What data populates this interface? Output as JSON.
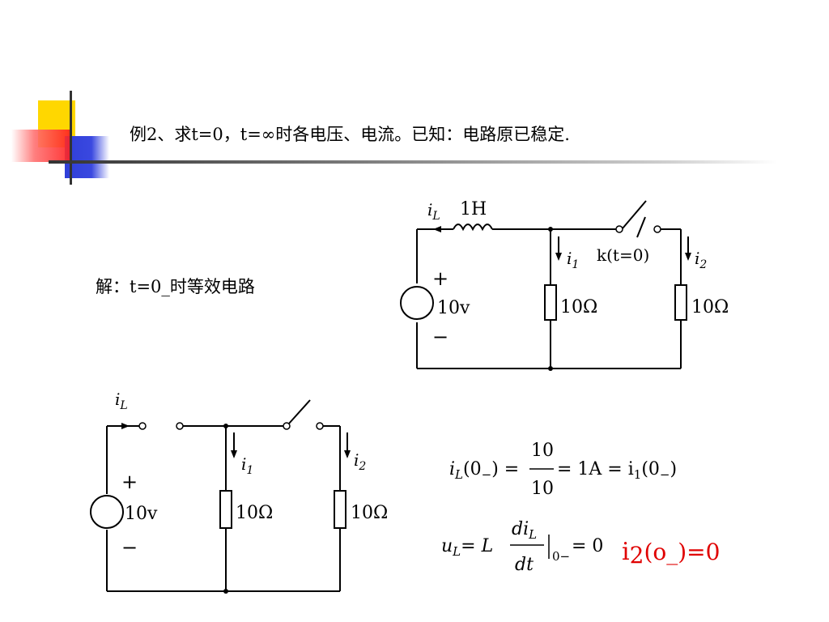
{
  "slide": {
    "title": "例2、求t=0，t=∞时各电压、电流。已知：电路原已稳定.",
    "solution_label": "解：t=0_时等效电路"
  },
  "colors": {
    "deco_yellow": "#ffd700",
    "deco_red": "#ff4040",
    "deco_blue": "#2f3fd8",
    "deco_line": "#555555",
    "result_red": "#e00000"
  },
  "circuit1": {
    "iL": "i",
    "iL_sub": "L",
    "inductor": "1H",
    "i1": "i",
    "i1_sub": "1",
    "switch": "k(t=0)",
    "i2": "i",
    "i2_sub": "2",
    "plus": "+",
    "source": "10v",
    "minus": "−",
    "r1": "10Ω",
    "r2": "10Ω"
  },
  "circuit2": {
    "iL": "i",
    "iL_sub": "L",
    "i1": "i",
    "i1_sub": "1",
    "i2": "i",
    "i2_sub": "2",
    "plus": "+",
    "source": "10v",
    "minus": "−",
    "r1": "10Ω",
    "r2": "10Ω"
  },
  "equations": {
    "eq1_lhs": "i",
    "eq1_lhs_sub": "L",
    "eq1_lhs_arg": "(0",
    "eq1_lhs_arg_sub": "−",
    "eq1_lhs_close": ") =",
    "eq1_num": "10",
    "eq1_den": "10",
    "eq1_rhs": "= 1A = i",
    "eq1_rhs_sub": "1",
    "eq1_rhs_arg": "(0",
    "eq1_rhs_arg_sub": "−",
    "eq1_rhs_close": ")",
    "eq2_lhs": "u",
    "eq2_lhs_sub": "L",
    "eq2_eq": "= L",
    "eq2_num": "di",
    "eq2_num_sub": "L",
    "eq2_den": "dt",
    "eq2_eval": "0−",
    "eq2_rhs": "= 0",
    "eq3": "i",
    "eq3_sub": "2",
    "eq3_rest": "(o_)=0"
  }
}
